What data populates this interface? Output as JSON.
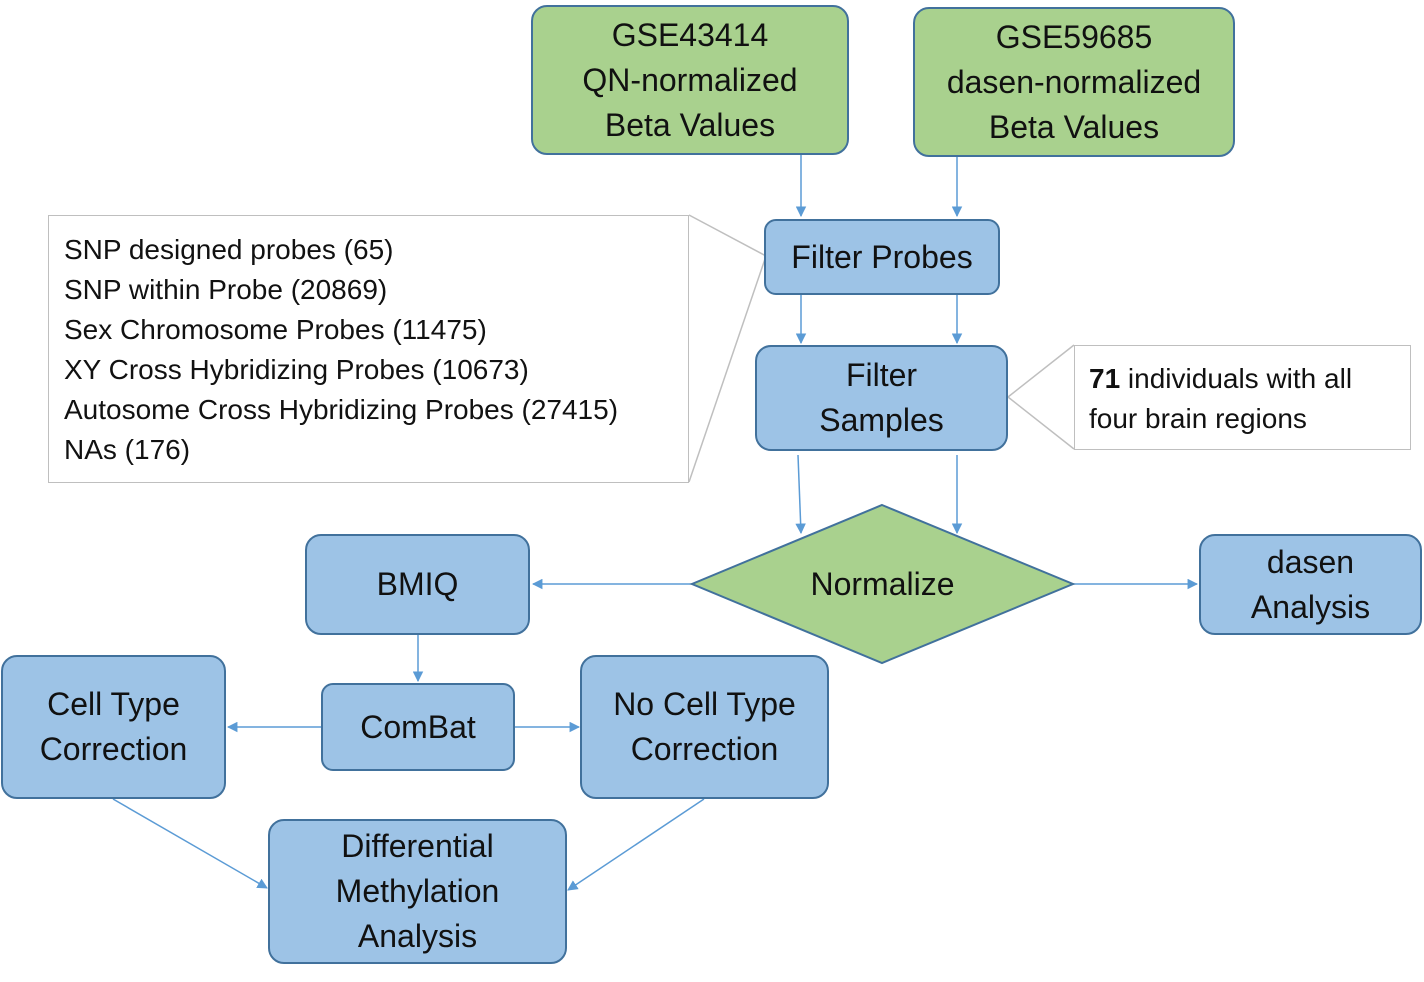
{
  "diagram": {
    "nodes": {
      "gse43414": {
        "lines": [
          "GSE43414",
          "QN-normalized",
          "Beta Values"
        ]
      },
      "gse59685": {
        "lines": [
          "GSE59685",
          "dasen-normalized",
          "Beta Values"
        ]
      },
      "filter_probes": {
        "lines": [
          "Filter Probes"
        ]
      },
      "filter_samples": {
        "lines": [
          "Filter",
          "Samples"
        ]
      },
      "normalize": {
        "lines": [
          "Normalize"
        ]
      },
      "bmiq": {
        "lines": [
          "BMIQ"
        ]
      },
      "dasen_analysis": {
        "lines": [
          "dasen",
          "Analysis"
        ]
      },
      "combat": {
        "lines": [
          "ComBat"
        ]
      },
      "cell_type_correction": {
        "lines": [
          "Cell Type",
          "Correction"
        ]
      },
      "no_cell_type_correction": {
        "lines": [
          "No Cell Type",
          "Correction"
        ]
      },
      "differential_methylation": {
        "lines": [
          "Differential",
          "Methylation",
          "Analysis"
        ]
      }
    },
    "probe_filter_note": {
      "lines": [
        "SNP designed probes (65)",
        "SNP within Probe (20869)",
        "Sex Chromosome Probes (11475)",
        "XY Cross Hybridizing Probes (10673)",
        "Autosome Cross Hybridizing Probes (27415)",
        "NAs (176)"
      ]
    },
    "sample_filter_note": {
      "count": "71",
      "line1_rest": " individuals with all",
      "line2": "four brain regions"
    },
    "edges": [
      {
        "from": "gse43414",
        "to": "filter_probes"
      },
      {
        "from": "gse59685",
        "to": "filter_probes"
      },
      {
        "from": "filter_probes",
        "to": "filter_samples"
      },
      {
        "from": "filter_samples",
        "to": "normalize"
      },
      {
        "from": "normalize",
        "to": "bmiq"
      },
      {
        "from": "normalize",
        "to": "dasen_analysis"
      },
      {
        "from": "bmiq",
        "to": "combat"
      },
      {
        "from": "combat",
        "to": "cell_type_correction"
      },
      {
        "from": "combat",
        "to": "no_cell_type_correction"
      },
      {
        "from": "cell_type_correction",
        "to": "differential_methylation"
      },
      {
        "from": "no_cell_type_correction",
        "to": "differential_methylation"
      }
    ],
    "colors": {
      "input_fill": "#a9d18e",
      "process_fill": "#9dc3e6",
      "node_border": "#41719c",
      "arrow": "#5b9bd5",
      "note_border": "#bfbfbf"
    }
  }
}
